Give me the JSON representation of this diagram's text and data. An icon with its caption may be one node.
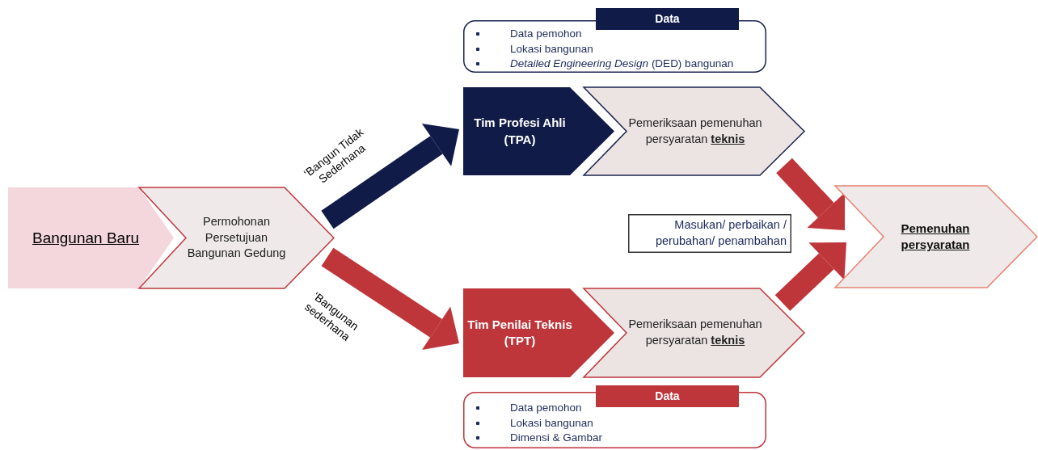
{
  "diagram": {
    "nodes": [
      {
        "text": [
          "Bangunan Baru"
        ]
      },
      {
        "text": [
          "Permohonan Persetujuan Bangunan Gedung"
        ]
      },
      {
        "text": [
          "Data",
          "Data pemohon",
          "Lokasi bangunan",
          "*Detailed Engineering Design* (DED) bangunan"
        ]
      },
      {
        "text": [
          "Tim Profesi Ahli (TPA)"
        ]
      },
      {
        "text": [
          "Pemeriksaan pemenuhan persyaratan **teknis**"
        ]
      },
      {
        "text": [
          "Masukan/ perbaikan / perubahan/ penambahan"
        ]
      },
      {
        "text": [
          "Pemenuhan persyaratan"
        ]
      },
      {
        "text": [
          "Tim Penilai Teknis (TPT)"
        ]
      },
      {
        "text": [
          "Pemeriksaan pemenuhan persyaratan **teknis**"
        ]
      },
      {
        "text": [
          "Data",
          "Data pemohon",
          "Lokasi bangunan",
          "Dimensi & Gambar"
        ]
      }
    ],
    "edges": [
      {
        "from": 1,
        "to": 3,
        "arrow": "to",
        "label": "‘Bangun Tidak Sederhana",
        "color": "#101b47"
      },
      {
        "from": 1,
        "to": 7,
        "arrow": "to",
        "label": "‘Bangunan sederhana"
      },
      {
        "from": 4,
        "to": 6,
        "arrow": "to"
      },
      {
        "from": 8,
        "to": 6,
        "arrow": "to"
      }
    ]
  }
}
